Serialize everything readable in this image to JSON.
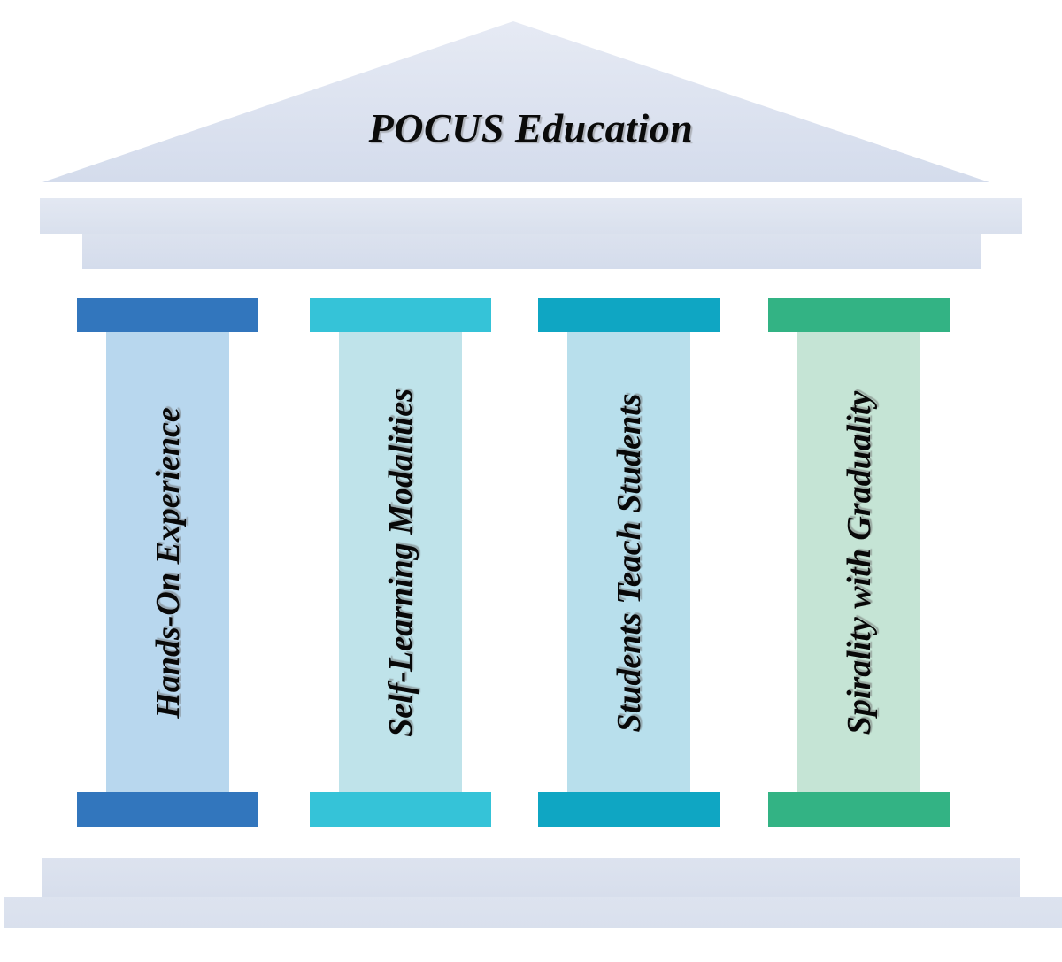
{
  "figure": {
    "type": "diagram",
    "shape": "greek-temple",
    "title": "POCUS Education",
    "background_color": "#ffffff"
  },
  "pediment": {
    "label": "POCUS Education",
    "fill_color": "#dde3ef"
  },
  "entablature": {
    "upper_beam_color": "#dde3ef",
    "lower_beam_color": "#d7deec"
  },
  "pillars": [
    {
      "id": "pillar-1",
      "label": "Hands-On Experience",
      "capital_color": "#3276bd",
      "shaft_color": "#b8d7ee",
      "base_color": "#3276bd"
    },
    {
      "id": "pillar-2",
      "label": "Self-Learning Modalities",
      "capital_color": "#35c3d8",
      "shaft_color": "#bfe3ea",
      "base_color": "#35c3d8"
    },
    {
      "id": "pillar-3",
      "label": "Students Teach Students",
      "capital_color": "#0fa6c3",
      "shaft_color": "#b8dfec",
      "base_color": "#0fa6c3"
    },
    {
      "id": "pillar-4",
      "label": "Spirality with Graduality",
      "capital_color": "#33b384",
      "shaft_color": "#c5e4d5",
      "base_color": "#33b384"
    }
  ],
  "platform": {
    "upper_tier_color": "#dde3ef",
    "lower_tier_color": "#dde3ef"
  }
}
